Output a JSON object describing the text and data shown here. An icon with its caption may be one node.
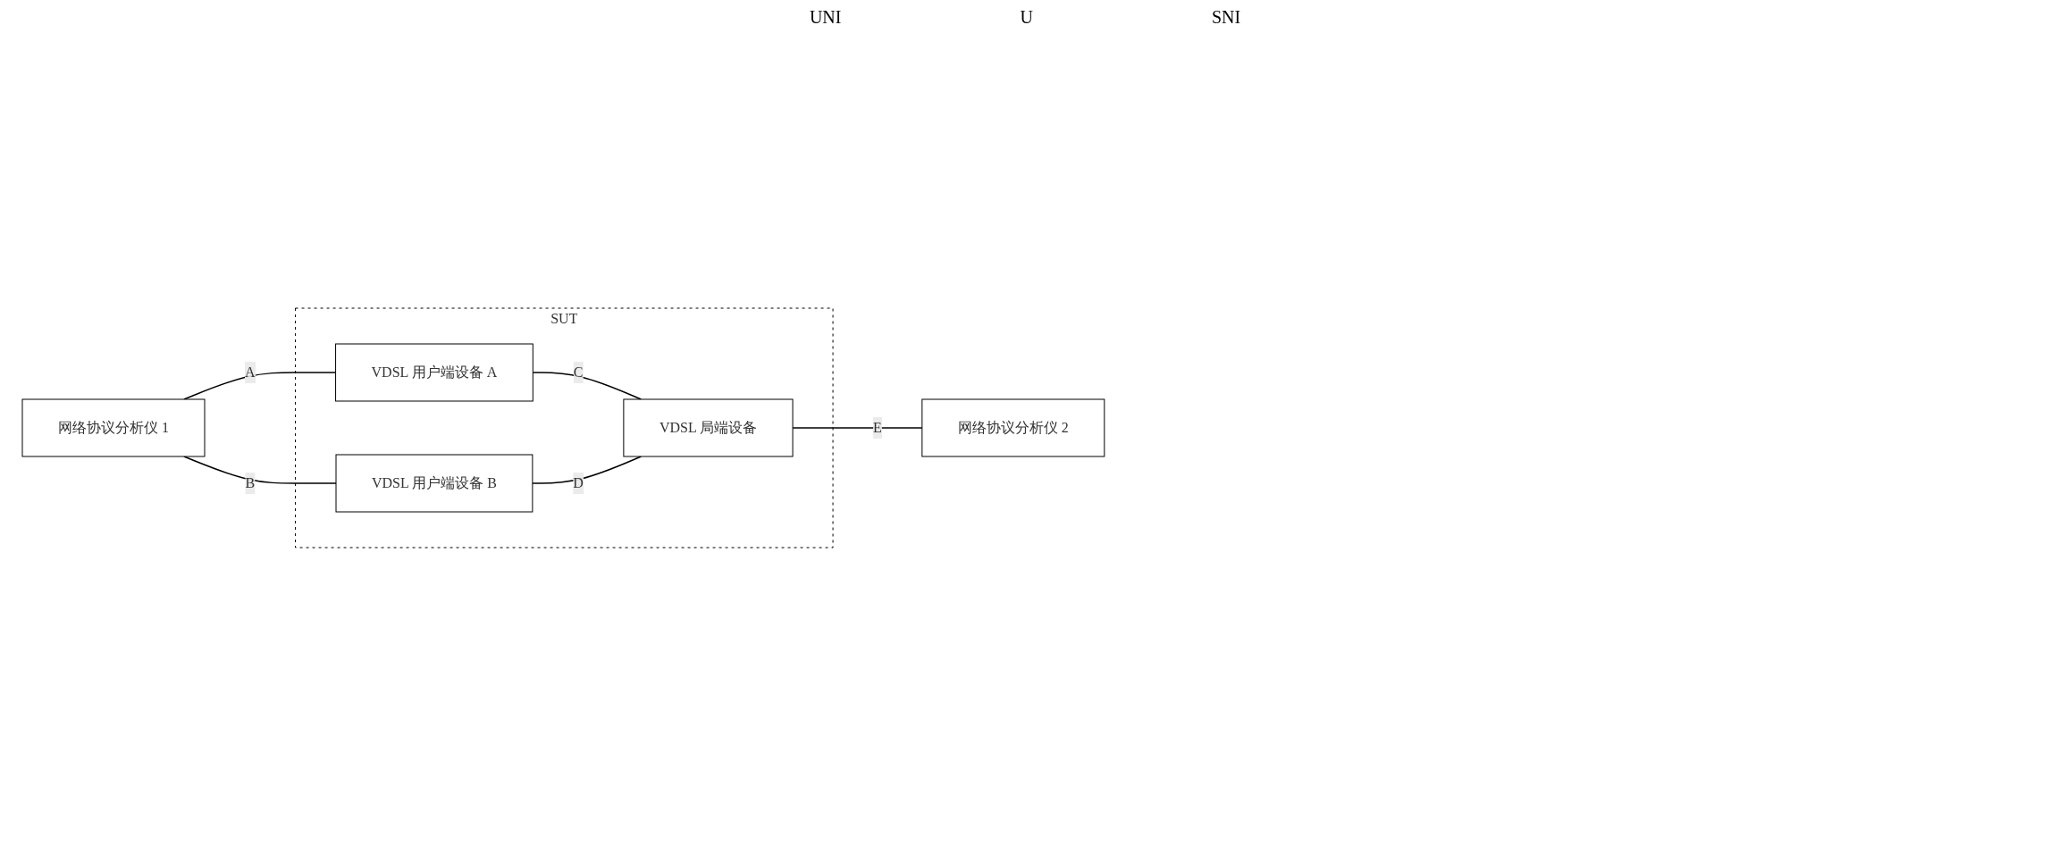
{
  "diagram": {
    "nodes": [
      {
        "text": [
          "网络协议分析仪 1"
        ]
      },
      {
        "text": [
          "SUT"
        ]
      },
      {
        "text": [
          "VDSL 用户端设备 A"
        ],
        "in": 1
      },
      {
        "text": [
          "VDSL 用户端设备 B"
        ],
        "in": 1
      },
      {
        "text": [
          "VDSL 局端设备"
        ],
        "in": 1
      },
      {
        "text": [
          "网络协议分析仪 2"
        ]
      }
    ],
    "edges": [
      {
        "from": 0,
        "to": 2,
        "arrow": "none",
        "label": "A"
      },
      {
        "from": 0,
        "to": 3,
        "arrow": "none",
        "label": "B"
      },
      {
        "from": 2,
        "to": 4,
        "arrow": "none",
        "label": "C"
      },
      {
        "from": 3,
        "to": 4,
        "arrow": "none",
        "label": "D"
      },
      {
        "from": 4,
        "to": 5,
        "arrow": "none",
        "label": "E"
      }
    ],
    "labels": [
      "UNI",
      "U",
      "SNI"
    ]
  }
}
